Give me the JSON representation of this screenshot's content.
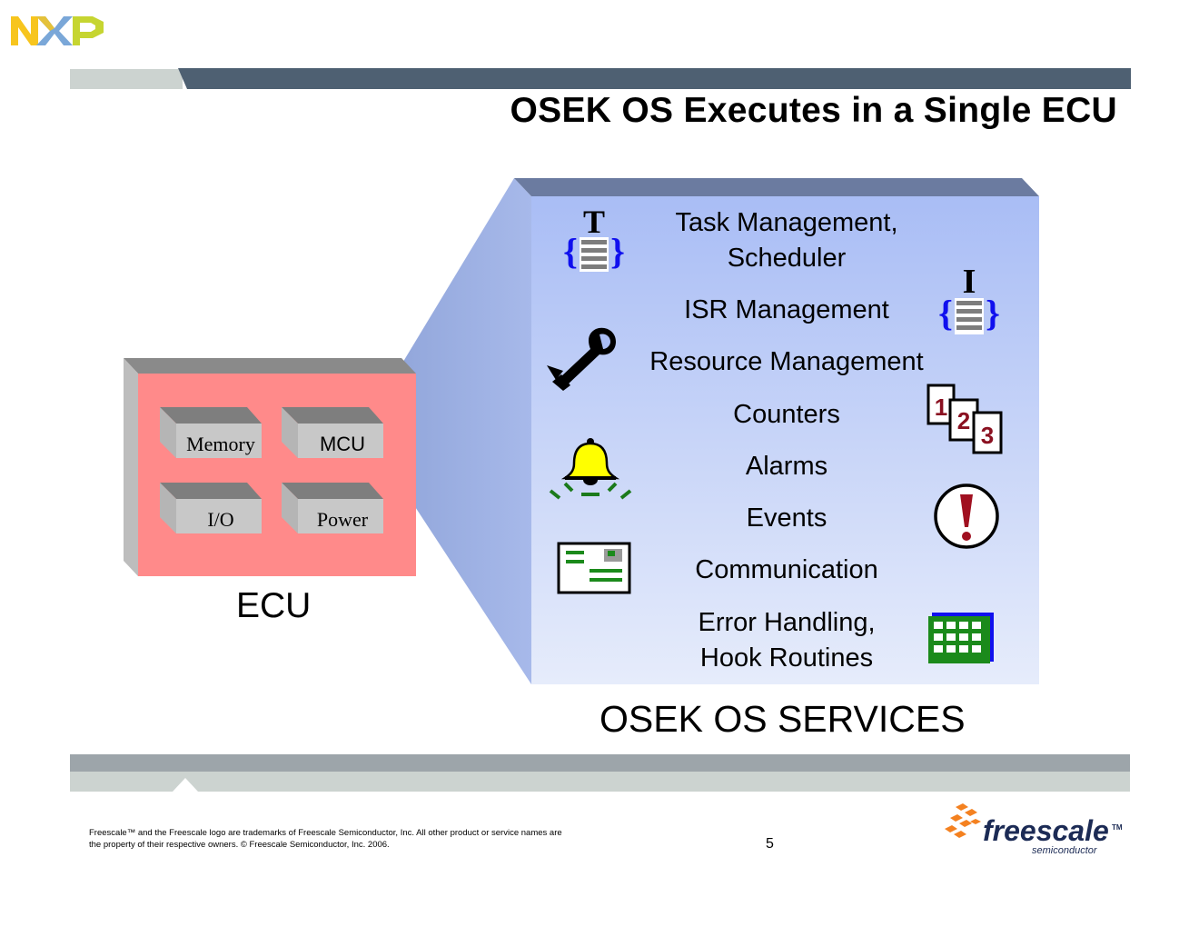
{
  "branding": {
    "nxp_logo": "NXP",
    "freescale_logo_text": "freescale",
    "freescale_logo_sub": "semiconductor",
    "freescale_logo_tm": "TM",
    "colors": {
      "nxp_yellow": "#f7c51e",
      "nxp_blue": "#7aa7d8",
      "nxp_green": "#c6d531",
      "freescale_orange": "#f48120",
      "header_bar": "#4e6072"
    }
  },
  "title": "OSEK OS Executes in a Single ECU",
  "ecu": {
    "components": [
      "Memory",
      "MCU",
      "I/O",
      "Power"
    ],
    "label": "ECU",
    "color": "#ff8a8a"
  },
  "services": {
    "items": [
      {
        "line1": "Task Management,",
        "line2": "Scheduler",
        "icon": "task-icon"
      },
      {
        "line1": "ISR Management",
        "icon": "isr-icon"
      },
      {
        "line1": "Resource Management",
        "icon": "resource-wrench-icon"
      },
      {
        "line1": "Counters",
        "icon": "counters-123-icon"
      },
      {
        "line1": "Alarms",
        "icon": "alarm-bell-icon"
      },
      {
        "line1": "Events",
        "icon": "event-exclamation-icon"
      },
      {
        "line1": "Communication",
        "icon": "communication-card-icon"
      },
      {
        "line1": "Error Handling,",
        "line2": "Hook Routines",
        "icon": "error-grid-icon"
      }
    ],
    "icon_letters": {
      "task": "T",
      "isr": "I"
    },
    "counter_digits": [
      "1",
      "2",
      "3"
    ],
    "label": "OSEK OS SERVICES"
  },
  "footer": {
    "disclaimer_line1": "Freescale™ and the Freescale logo are trademarks of Freescale Semiconductor, Inc. All other product or service names are",
    "disclaimer_line2": "the property of their respective owners. © Freescale Semiconductor, Inc. 2006.",
    "page_number": "5"
  }
}
